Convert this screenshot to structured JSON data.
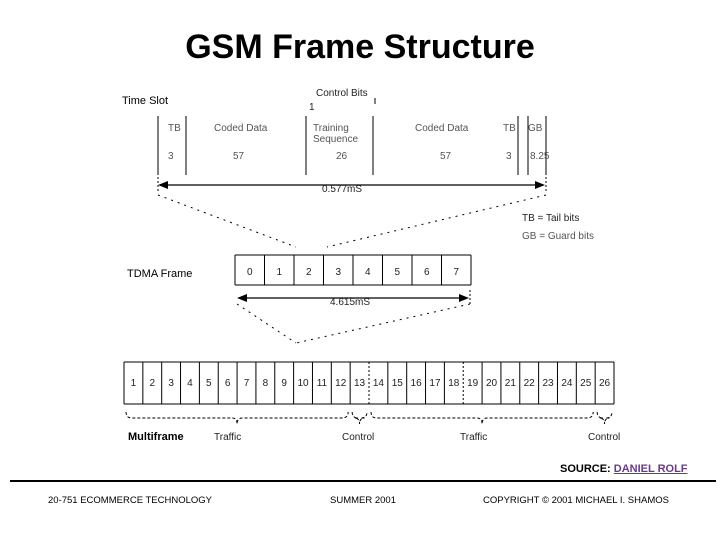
{
  "title": "GSM Frame Structure",
  "time_slot": {
    "label": "Time Slot",
    "control_bits_label": "Control Bits",
    "control_bits_value": "1",
    "fields": [
      {
        "name": "TB",
        "value": "3"
      },
      {
        "name": "Coded Data",
        "value": "57"
      },
      {
        "name": "Training\nSequence",
        "value": "26"
      },
      {
        "name": "Coded Data",
        "value": "57"
      },
      {
        "name": "TB",
        "value": "3"
      },
      {
        "name": "GB",
        "value": "8.25"
      }
    ],
    "duration": "0.577mS"
  },
  "legend": [
    "TB = Tail bits",
    "GB = Guard bits"
  ],
  "tdma_frame": {
    "label": "TDMA Frame",
    "slots": [
      "0",
      "1",
      "2",
      "3",
      "4",
      "5",
      "6",
      "7"
    ],
    "duration": "4.615mS"
  },
  "multiframe": {
    "label": "Multiframe",
    "frames": [
      "1",
      "2",
      "3",
      "4",
      "5",
      "6",
      "7",
      "8",
      "9",
      "10",
      "11",
      "12",
      "13",
      "14",
      "15",
      "16",
      "17",
      "18",
      "19",
      "20",
      "21",
      "22",
      "23",
      "24",
      "25",
      "26"
    ],
    "segments": [
      "Traffic",
      "Control",
      "Traffic",
      "Control"
    ]
  },
  "source": {
    "prefix": "SOURCE: ",
    "link_text": "DANIEL ROLF"
  },
  "footer": {
    "left": "20-751 ECOMMERCE TECHNOLOGY",
    "center": "SUMMER 2001",
    "right": "COPYRIGHT © 2001 MICHAEL I. SHAMOS"
  }
}
